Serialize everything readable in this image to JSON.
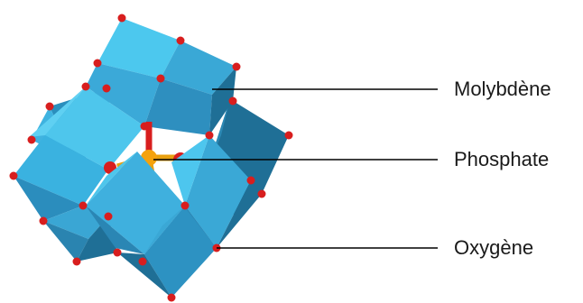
{
  "labels": {
    "molybdene": "Molybdène",
    "phosphate": "Phosphate",
    "oxygene": "Oxygène"
  },
  "colors": {
    "octahedron_light": "#4cc8ee",
    "octahedron_mid": "#3aa8d6",
    "octahedron_dark": "#1f6f96",
    "oxygen": "#d81e1e",
    "phosphorus": "#f5a20c",
    "leader_line": "#000000"
  }
}
